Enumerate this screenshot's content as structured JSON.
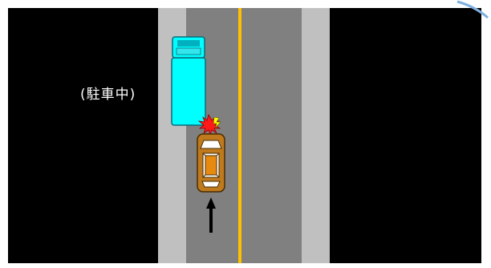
{
  "diagram": {
    "annotation_label": "(駐車中)",
    "colors": {
      "background": "#000000",
      "sidewalk": "#c0c0c0",
      "road": "#808080",
      "center_line": "#ffc000",
      "parked_truck": "#00ffff",
      "moving_car": "#bf7a1e",
      "collision_mark": "#ff0000",
      "spark": "#ffff00",
      "arrow": "#000000"
    },
    "elements": {
      "parked_vehicle": "truck",
      "moving_vehicle": "car",
      "collision_icon": "explosion-icon",
      "direction_icon": "arrow-up-icon"
    }
  }
}
